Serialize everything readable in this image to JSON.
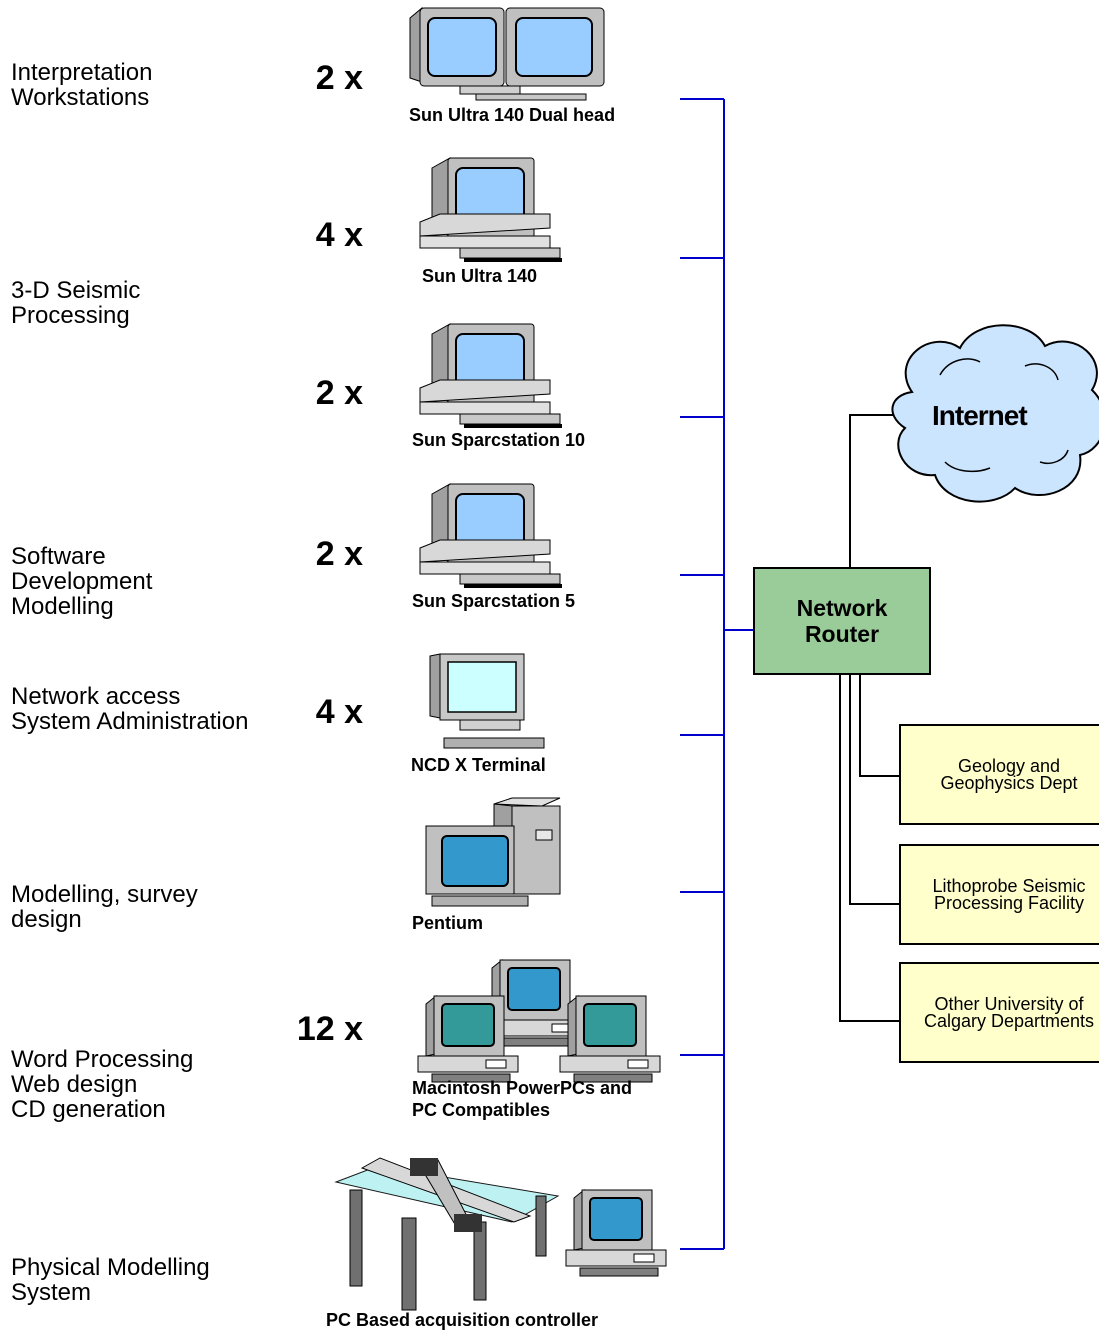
{
  "purposes": {
    "interpretation": "Interpretation\nWorkstations",
    "seismic": "3-D Seismic\nProcessing",
    "software": "Software\nDevelopment\nModelling",
    "network_admin": "Network access\nSystem Administration",
    "modelling_survey": "Modelling, survey\ndesign",
    "word_processing": "Word Processing\nWeb design\nCD generation",
    "physical": "Physical Modelling\n  System"
  },
  "counts": {
    "dual_head": "2 x",
    "ultra140": "4 x",
    "sparc10": "2 x",
    "sparc5": "2 x",
    "ncd": "4 x",
    "macs": "12 x"
  },
  "captions": {
    "dual_head": "Sun Ultra 140 Dual head",
    "ultra140": "Sun Ultra 140",
    "sparc10": "Sun Sparcstation 10",
    "sparc5": "Sun Sparcstation 5",
    "ncd": "NCD X Terminal",
    "pentium": "Pentium",
    "macs": "Macintosh PowerPCs and\nPC Compatibles",
    "acquisition": "PC Based acquisition controller"
  },
  "router": {
    "label": "Network\nRouter"
  },
  "internet": {
    "label": "Internet"
  },
  "departments": [
    {
      "label": "Geology and\nGeophysics Dept"
    },
    {
      "label": "Lithoprobe Seismic\nProcessing Facility"
    },
    {
      "label": "Other University of\nCalgary Departments"
    }
  ],
  "colors": {
    "bus": "#0000cc",
    "router_fill": "#99cc99",
    "dept_fill": "#ffffcc",
    "cloud_fill": "#cce5ff",
    "monitor_case": "#c0c0c0",
    "screen_light": "#99ccff",
    "screen_teal": "#339999",
    "screen_blue": "#3399cc"
  }
}
